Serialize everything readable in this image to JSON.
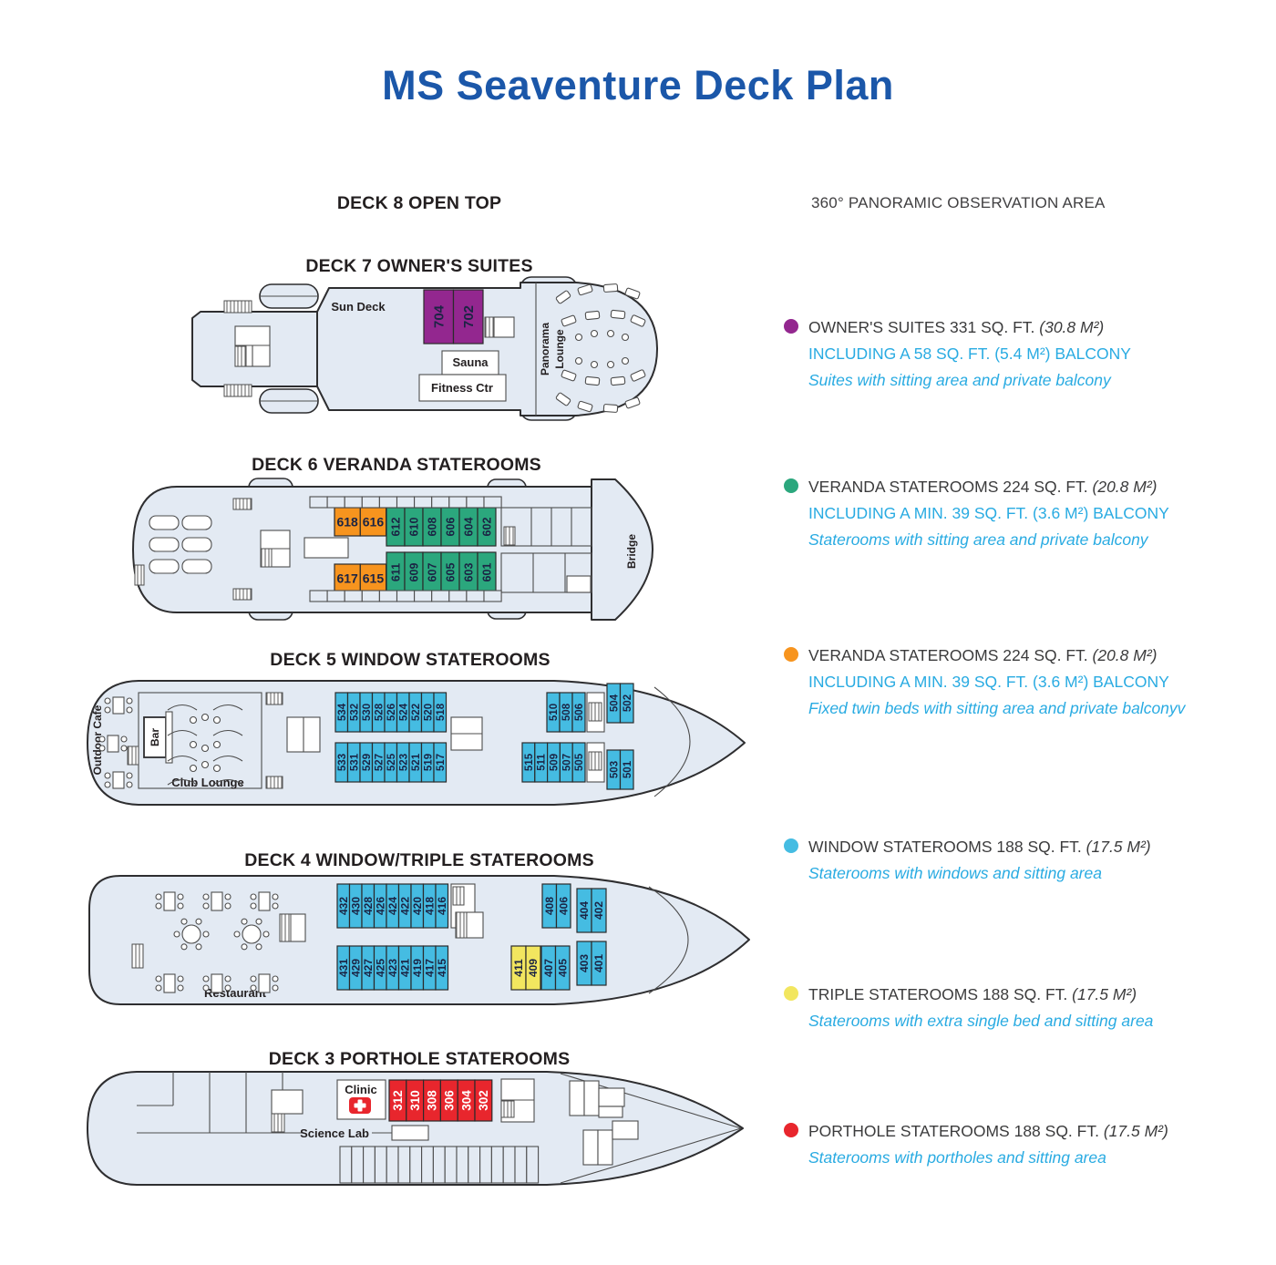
{
  "title": "MS Seaventure Deck Plan",
  "top_right_note": "360° PANORAMIC OBSERVATION AREA",
  "colors": {
    "purple": "#93278F",
    "green": "#2BA77D",
    "orange": "#F7941E",
    "blue": "#45BCE2",
    "yellow": "#F2E65F",
    "red": "#E8262D",
    "hull": "#E3EAF3",
    "title_blue": "#1B57A9",
    "cyan": "#29ABE2"
  },
  "decks": {
    "deck8": {
      "heading": "DECK 8 OPEN TOP"
    },
    "deck7": {
      "heading": "DECK 7 OWNER'S SUITES",
      "rooms": [
        {
          "n": "704",
          "c": "purple"
        },
        {
          "n": "702",
          "c": "purple"
        }
      ],
      "labels": {
        "sun_deck": "Sun Deck",
        "sauna": "Sauna",
        "fitness": "Fitness Ctr",
        "panorama": [
          "Panorama",
          "Lounge"
        ]
      }
    },
    "deck6": {
      "heading": "DECK 6 VERANDA STATEROOMS",
      "top_outer": [
        {
          "n": "618",
          "c": "orange"
        },
        {
          "n": "616",
          "c": "orange"
        }
      ],
      "top_inner": [
        {
          "n": "612",
          "c": "green"
        },
        {
          "n": "610",
          "c": "green"
        },
        {
          "n": "608",
          "c": "green"
        },
        {
          "n": "606",
          "c": "green"
        },
        {
          "n": "604",
          "c": "green"
        },
        {
          "n": "602",
          "c": "green"
        }
      ],
      "bottom_inner": [
        {
          "n": "611",
          "c": "green"
        },
        {
          "n": "609",
          "c": "green"
        },
        {
          "n": "607",
          "c": "green"
        },
        {
          "n": "605",
          "c": "green"
        },
        {
          "n": "603",
          "c": "green"
        },
        {
          "n": "601",
          "c": "green"
        }
      ],
      "bottom_outer": [
        {
          "n": "617",
          "c": "orange"
        },
        {
          "n": "615",
          "c": "orange"
        }
      ],
      "labels": {
        "bridge": "Bridge"
      }
    },
    "deck5": {
      "heading": "DECK 5 WINDOW STATEROOMS",
      "top_main": [
        {
          "n": "534",
          "c": "blue"
        },
        {
          "n": "532",
          "c": "blue"
        },
        {
          "n": "530",
          "c": "blue"
        },
        {
          "n": "528",
          "c": "blue"
        },
        {
          "n": "526",
          "c": "blue"
        },
        {
          "n": "524",
          "c": "blue"
        },
        {
          "n": "522",
          "c": "blue"
        },
        {
          "n": "520",
          "c": "blue"
        },
        {
          "n": "518",
          "c": "blue"
        }
      ],
      "top_mid": [
        {
          "n": "510",
          "c": "blue"
        },
        {
          "n": "508",
          "c": "blue"
        },
        {
          "n": "506",
          "c": "blue"
        }
      ],
      "top_bow": [
        {
          "n": "504",
          "c": "blue"
        },
        {
          "n": "502",
          "c": "blue"
        }
      ],
      "bottom_main": [
        {
          "n": "533",
          "c": "blue"
        },
        {
          "n": "531",
          "c": "blue"
        },
        {
          "n": "529",
          "c": "blue"
        },
        {
          "n": "527",
          "c": "blue"
        },
        {
          "n": "525",
          "c": "blue"
        },
        {
          "n": "523",
          "c": "blue"
        },
        {
          "n": "521",
          "c": "blue"
        },
        {
          "n": "519",
          "c": "blue"
        },
        {
          "n": "517",
          "c": "blue"
        }
      ],
      "bottom_mid": [
        {
          "n": "515",
          "c": "blue"
        },
        {
          "n": "511",
          "c": "blue"
        },
        {
          "n": "509",
          "c": "blue"
        },
        {
          "n": "507",
          "c": "blue"
        },
        {
          "n": "505",
          "c": "blue"
        }
      ],
      "bottom_bow": [
        {
          "n": "503",
          "c": "blue"
        },
        {
          "n": "501",
          "c": "blue"
        }
      ],
      "labels": {
        "outdoor_cafe": "Outdoor Cafe",
        "bar": "Bar",
        "club_lounge": "Club Lounge"
      }
    },
    "deck4": {
      "heading": "DECK 4 WINDOW/TRIPLE STATEROOMS",
      "top_main": [
        {
          "n": "432",
          "c": "blue"
        },
        {
          "n": "430",
          "c": "blue"
        },
        {
          "n": "428",
          "c": "blue"
        },
        {
          "n": "426",
          "c": "blue"
        },
        {
          "n": "424",
          "c": "blue"
        },
        {
          "n": "422",
          "c": "blue"
        },
        {
          "n": "420",
          "c": "blue"
        },
        {
          "n": "418",
          "c": "blue"
        },
        {
          "n": "416",
          "c": "blue"
        }
      ],
      "top_mid": [
        {
          "n": "408",
          "c": "blue"
        },
        {
          "n": "406",
          "c": "blue"
        }
      ],
      "top_bow": [
        {
          "n": "404",
          "c": "blue"
        },
        {
          "n": "402",
          "c": "blue"
        }
      ],
      "bottom_main": [
        {
          "n": "431",
          "c": "blue"
        },
        {
          "n": "429",
          "c": "blue"
        },
        {
          "n": "427",
          "c": "blue"
        },
        {
          "n": "425",
          "c": "blue"
        },
        {
          "n": "423",
          "c": "blue"
        },
        {
          "n": "421",
          "c": "blue"
        },
        {
          "n": "419",
          "c": "blue"
        },
        {
          "n": "417",
          "c": "blue"
        },
        {
          "n": "415",
          "c": "blue"
        }
      ],
      "bottom_triple": [
        {
          "n": "411",
          "c": "yellow"
        },
        {
          "n": "409",
          "c": "yellow"
        }
      ],
      "bottom_mid": [
        {
          "n": "407",
          "c": "blue"
        },
        {
          "n": "405",
          "c": "blue"
        }
      ],
      "bottom_bow": [
        {
          "n": "403",
          "c": "blue"
        },
        {
          "n": "401",
          "c": "blue"
        }
      ],
      "labels": {
        "restaurant": "Restaurant"
      }
    },
    "deck3": {
      "heading": "DECK 3 PORTHOLE STATEROOMS",
      "rooms": [
        {
          "n": "312",
          "c": "red"
        },
        {
          "n": "310",
          "c": "red"
        },
        {
          "n": "308",
          "c": "red"
        },
        {
          "n": "306",
          "c": "red"
        },
        {
          "n": "304",
          "c": "red"
        },
        {
          "n": "302",
          "c": "red"
        }
      ],
      "labels": {
        "clinic": "Clinic",
        "science_lab": "Science Lab"
      }
    }
  },
  "legend": [
    {
      "dot": "#93278F",
      "title": "OWNER'S SUITES 331 SQ. FT.",
      "metric": "(30.8 M²)",
      "line2": "INCLUDING A 58 SQ. FT. (5.4 M²) BALCONY",
      "desc": "Suites with sitting area and private balcony"
    },
    {
      "dot": "#2BA77D",
      "title": "VERANDA STATEROOMS 224 SQ. FT.",
      "metric": "(20.8 M²)",
      "line2": "INCLUDING A MIN. 39 SQ. FT. (3.6 M²) BALCONY",
      "desc": "Staterooms with sitting area and private balcony"
    },
    {
      "dot": "#F7941E",
      "title": "VERANDA STATEROOMS 224 SQ. FT.",
      "metric": "(20.8 M²)",
      "line2": "INCLUDING A MIN. 39 SQ. FT. (3.6 M²) BALCONY",
      "desc": "Fixed twin beds with sitting area and private balconyv"
    },
    {
      "dot": "#45BCE2",
      "title": "WINDOW STATEROOMS 188 SQ. FT.",
      "metric": "(17.5 M²)",
      "line2": null,
      "desc": "Staterooms with windows and sitting area"
    },
    {
      "dot": "#F2E65F",
      "title": "TRIPLE STATEROOMS 188 SQ. FT.",
      "metric": "(17.5 M²)",
      "line2": null,
      "desc": "Staterooms with extra single bed and sitting area"
    },
    {
      "dot": "#E8262D",
      "title": "PORTHOLE STATEROOMS 188 SQ. FT.",
      "metric": "(17.5 M²)",
      "line2": null,
      "desc": "Staterooms with portholes and sitting area"
    }
  ]
}
